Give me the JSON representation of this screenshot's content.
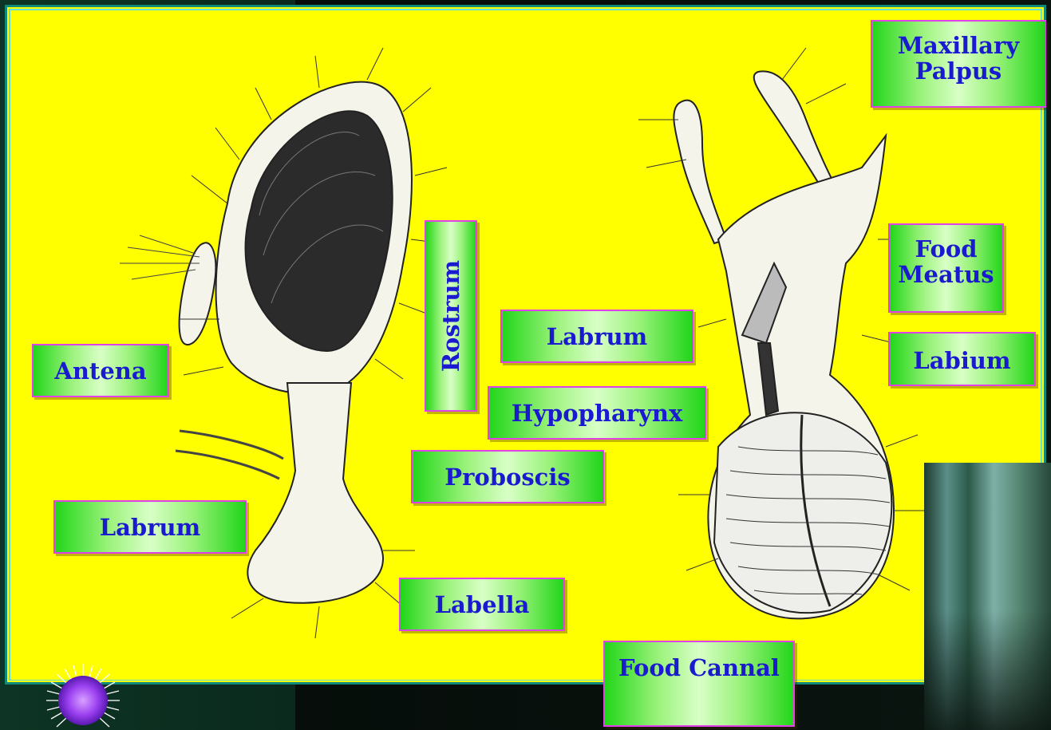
{
  "labels": {
    "maxillary_palpus": "Maxillary Palpus",
    "food_meatus": "Food Meatus",
    "labium": "Labium",
    "rostrum": "Rostrum",
    "labrum_middle": "Labrum",
    "hypopharynx": "Hypopharynx",
    "antena": "Antena",
    "proboscis": "Proboscis",
    "labrum_left": "Labrum",
    "labella": "Labella",
    "food_cannal": "Food Cannal"
  },
  "colors": {
    "background": "#ffff00",
    "label_text": "#1a1ad0",
    "label_border": "#e040e8",
    "label_fill": "#22d61a",
    "frame": "#0f8a7a"
  },
  "icons": {
    "starburst": "purple-starburst-icon"
  }
}
